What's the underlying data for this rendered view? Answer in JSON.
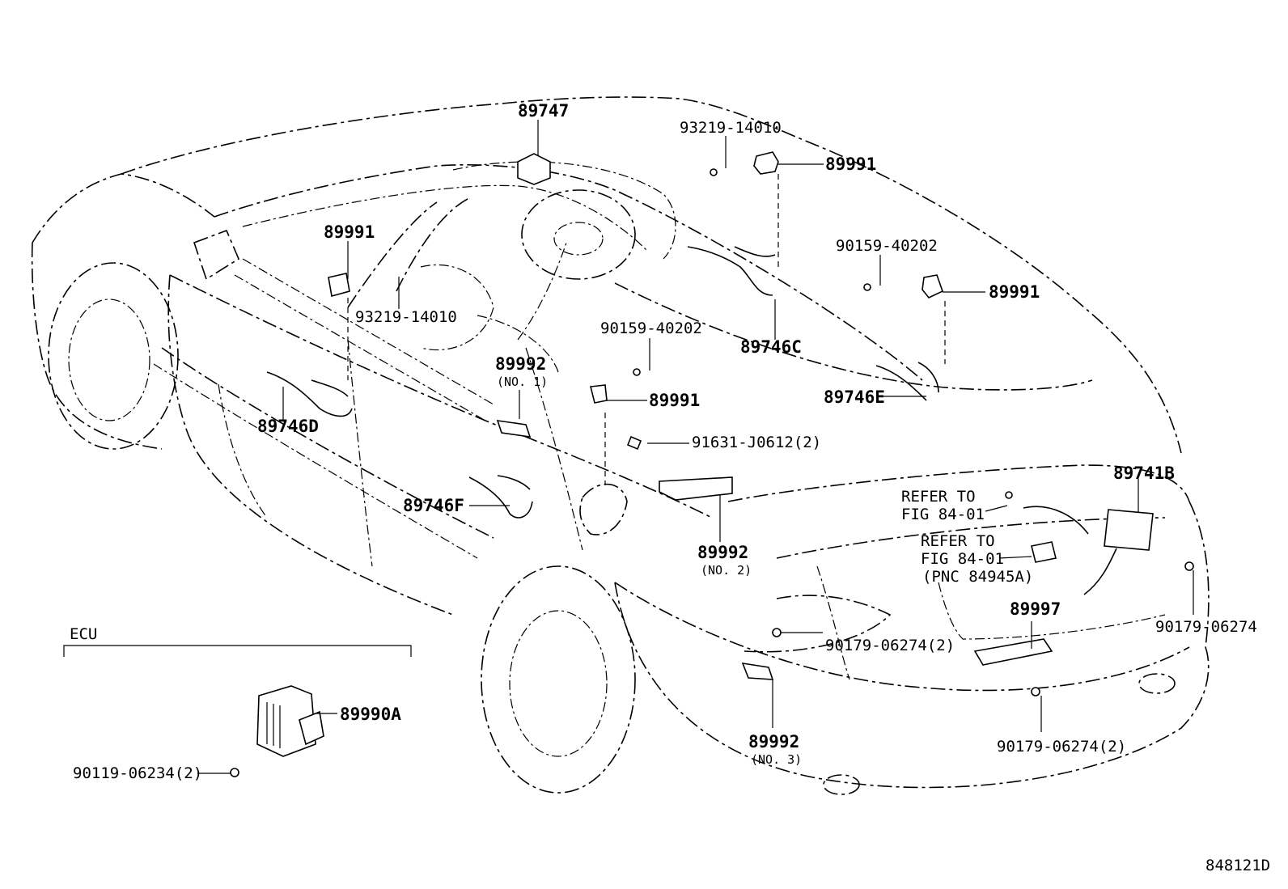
{
  "ecu_section": {
    "title": "ECU"
  },
  "figure_code": "848121D",
  "labels": {
    "p89747": "89747",
    "p93219_top": "93219-14010",
    "p89991_top": "89991",
    "p89991_left": "89991",
    "p93219_left": "93219-14010",
    "p90159_right": "90159-40202",
    "p89991_right": "89991",
    "p89746C": "89746C",
    "p90159_mid": "90159-40202",
    "p89992_no1": "89992",
    "p89992_no1_sub": "(NO. 1)",
    "p89991_mid": "89991",
    "p89746E": "89746E",
    "p89746D": "89746D",
    "p91631": "91631-J0612(2)",
    "p89741B": "89741B",
    "refer1_line1": "REFER TO",
    "refer1_line2": "FIG 84-01",
    "refer2_line1": "REFER TO",
    "refer2_line2": "FIG 84-01",
    "refer2_line3": "(PNC 84945A)",
    "p89746F": "89746F",
    "p89992_no2": "89992",
    "p89992_no2_sub": "(NO. 2)",
    "p89997": "89997",
    "p90179_right": "90179-06274",
    "p90179_mid": "90179-06274(2)",
    "p89990A": "89990A",
    "p89992_no3": "89992",
    "p89992_no3_sub": "(NO. 3)",
    "p90119": "90119-06234(2)",
    "p90179_bottom": "90179-06274(2)"
  }
}
